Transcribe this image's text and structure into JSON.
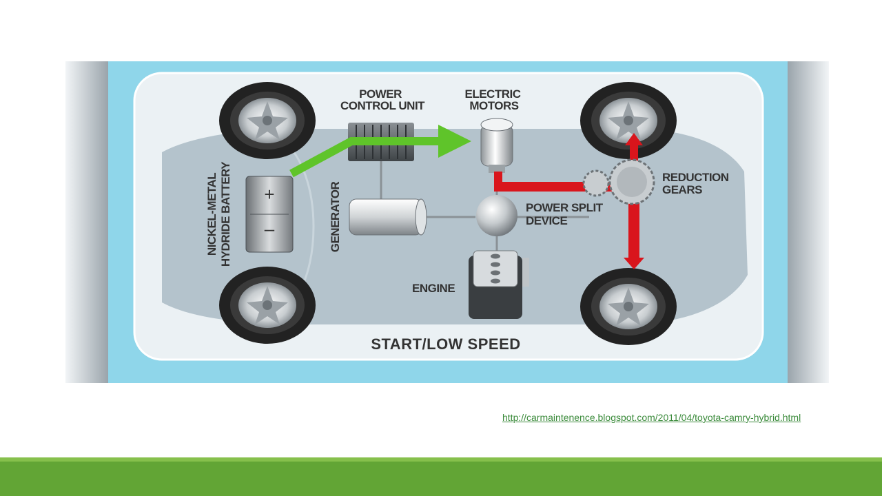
{
  "diagram": {
    "labels": {
      "power_control_unit_1": "POWER",
      "power_control_unit_2": "CONTROL UNIT",
      "electric_motors_1": "ELECTRIC",
      "electric_motors_2": "MOTORS",
      "reduction_gears_1": "REDUCTION",
      "reduction_gears_2": "GEARS",
      "power_split_1": "POWER SPLIT",
      "power_split_2": "DEVICE",
      "generator": "GENERATOR",
      "engine": "ENGINE",
      "battery_1": "NICKEL-METAL",
      "battery_2": "HYDRIDE BATTERY",
      "battery_plus": "+",
      "battery_minus": "–",
      "caption": "START/LOW SPEED"
    },
    "colors": {
      "frame_blue": "#8fd6ea",
      "car_body": "#b4c3cc",
      "electric_flow": "#5fc42a",
      "mechanical_flow": "#d9151c"
    }
  },
  "source_link": "http://carmaintenence.blogspot.com/2011/04/toyota-camry-hybrid.html"
}
